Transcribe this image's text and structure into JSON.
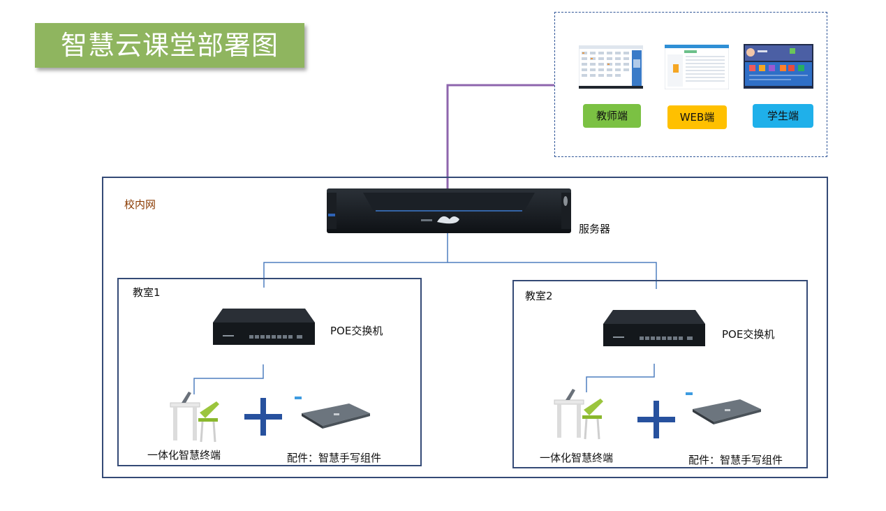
{
  "title": "智慧云课堂部署图",
  "clients": {
    "teacher": "教师端",
    "web": "WEB端",
    "student": "学生端"
  },
  "network_label": "校内网",
  "server_label": "服务器",
  "rooms": [
    {
      "name": "教室1",
      "switch_label": "POE交换机",
      "terminal_label": "一体化智慧终端",
      "accessory_label": "配件：智慧手写组件"
    },
    {
      "name": "教室2",
      "switch_label": "POE交换机",
      "terminal_label": "一体化智慧终端",
      "accessory_label": "配件：智慧手写组件"
    }
  ],
  "colors": {
    "title_bg": "#8fb55f",
    "teacher_pill": "#7bc143",
    "web_pill": "#ffc000",
    "student_pill": "#1fb0ea",
    "link_purple": "#8e65ad",
    "wire_blue": "#4f7fbf",
    "frame_navy": "#344a76"
  }
}
